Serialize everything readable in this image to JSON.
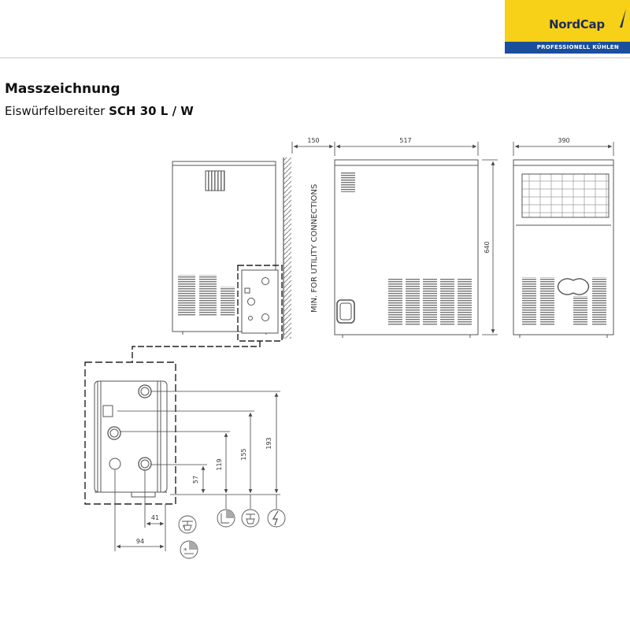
{
  "logo": {
    "brand": "NordCap",
    "tagline": "PROFESSIONELL KÜHLEN",
    "colors": {
      "yellow": "#f7d117",
      "blue": "#1b4f9c",
      "navy": "#1e2c5a"
    }
  },
  "heading": {
    "title": "Masszeichnung",
    "subtitle_prefix": "Eiswürfelbereiter ",
    "subtitle_model": "SCH 30 L / W"
  },
  "drawing": {
    "clearance_note": "MIN. FOR UTILITY CONNECTIONS",
    "dimensions": {
      "clearance": "150",
      "depth": "517",
      "width": "390",
      "height": "640",
      "conn_1": "193",
      "conn_2": "155",
      "conn_3": "119",
      "conn_4": "57",
      "offset_a": "41",
      "offset_b": "94"
    },
    "icons": [
      "water-inlet-icon",
      "water-drain-icon",
      "electric-connection-icon"
    ]
  }
}
